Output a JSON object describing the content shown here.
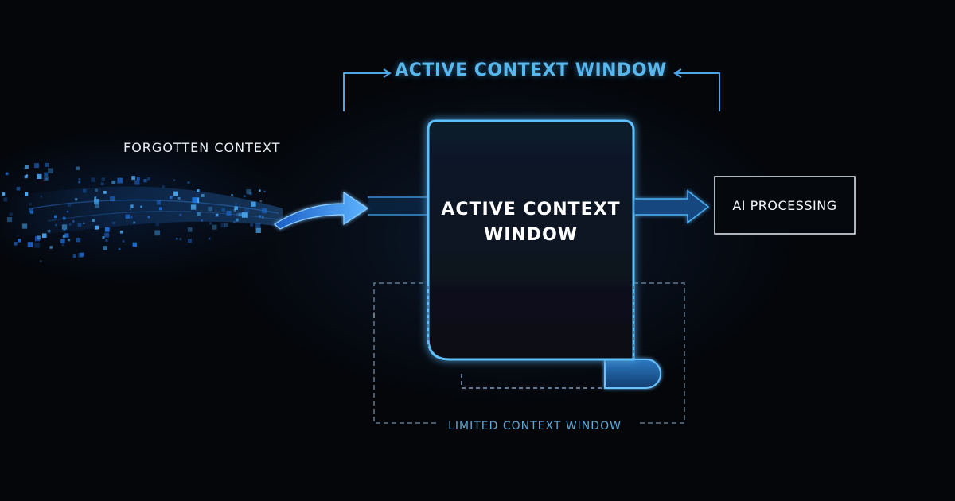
{
  "labels": {
    "active_context_window_top": "ACTIVE CONTEXT WINDOW",
    "forgotten_context": "FORGOTTEN CONTEXT",
    "active_context_window_center": "ACTIVE CONTEXT WINDOW",
    "ai_processing": "AI PROCESSING",
    "limited_context_window": "LIMITED CONTEXT WINDOW"
  },
  "colors": {
    "background": "#04060a",
    "accent": "#58b8ee",
    "glow": "#7fd0ff",
    "panel": "#0b1624"
  }
}
